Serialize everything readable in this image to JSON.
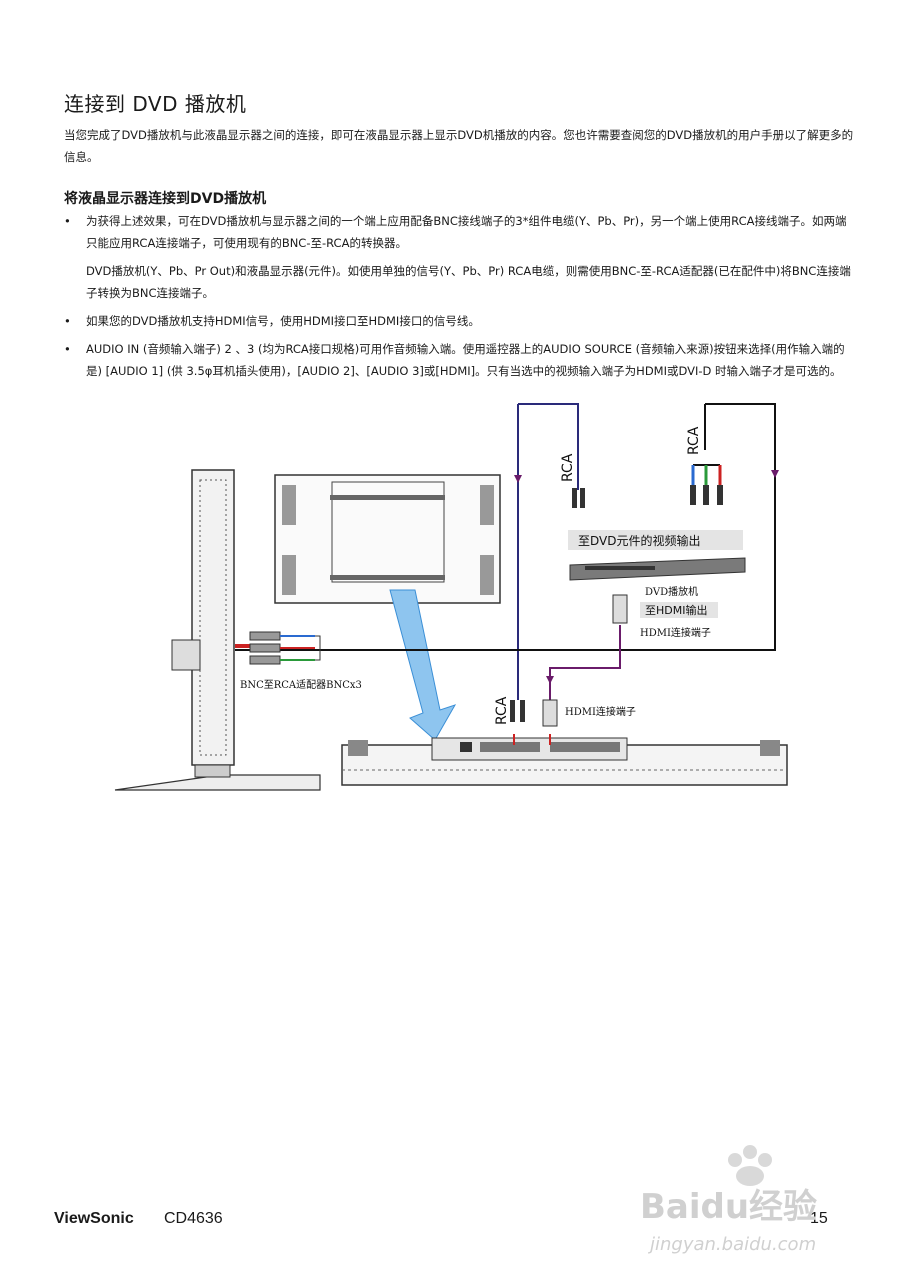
{
  "page": {
    "title": "连接到 DVD 播放机",
    "intro": "当您完成了DVD播放机与此液晶显示器之间的连接，即可在液晶显示器上显示DVD机播放的内容。您也许需要查阅您的DVD播放机的用户手册以了解更多的信息。",
    "section_title": "将液晶显示器连接到DVD播放机",
    "bullets": [
      {
        "text": "为获得上述效果，可在DVD播放机与显示器之间的一个端上应用配备BNC接线端子的3*组件电缆(Y、Pb、Pr)，另一个端上使用RCA接线端子。如两端只能应用RCA连接端子，可使用现有的BNC-至-RCA的转换器。",
        "sub": "DVD播放机(Y、Pb、Pr Out)和液晶显示器(元件)。如使用单独的信号(Y、Pb、Pr) RCA电缆，则需使用BNC-至-RCA适配器(已在配件中)将BNC连接端子转换为BNC连接端子。"
      },
      {
        "text": "如果您的DVD播放机支持HDMI信号，使用HDMI接口至HDMI接口的信号线。"
      },
      {
        "text": "AUDIO IN (音频输入端子) 2 、3 (均为RCA接口规格)可用作音频输入端。使用遥控器上的AUDIO SOURCE (音频输入来源)按钮来选择(用作输入端的是) [AUDIO 1] (供 3.5φ耳机插头使用)，[AUDIO 2]、[AUDIO 3]或[HDMI]。只有当选中的视频输入端子为HDMI或DVI-D 时输入端子才是可选的。"
      }
    ],
    "bullet_mark": "•"
  },
  "diagram": {
    "labels": {
      "rca_top_left": "RCA",
      "rca_top_right": "RCA",
      "dvd_video_out": "至DVD元件的视频输出",
      "dvd_player": "DVD播放机",
      "to_hdmi_out": "至HDMI输出",
      "hdmi_connector_1": "HDMI连接端子",
      "bnc_adapter": "BNC至RCA适配器BNCx3",
      "rca_bottom": "RCA",
      "hdmi_connector_2": "HDMI连接端子"
    },
    "colors": {
      "cable_navy": "#2a2a7a",
      "cable_purple": "#6a1b6a",
      "cable_black": "#111111",
      "red": "#cc2222",
      "green": "#2a9a3a",
      "blue": "#2a6ad0",
      "arrow": "#3b8fd6",
      "device": "#333333"
    }
  },
  "footer": {
    "brand": "ViewSonic",
    "model": "CD4636",
    "page_number": "15"
  },
  "watermark": {
    "logo_text": "Baidu经验",
    "url": "jingyan.baidu.com"
  }
}
